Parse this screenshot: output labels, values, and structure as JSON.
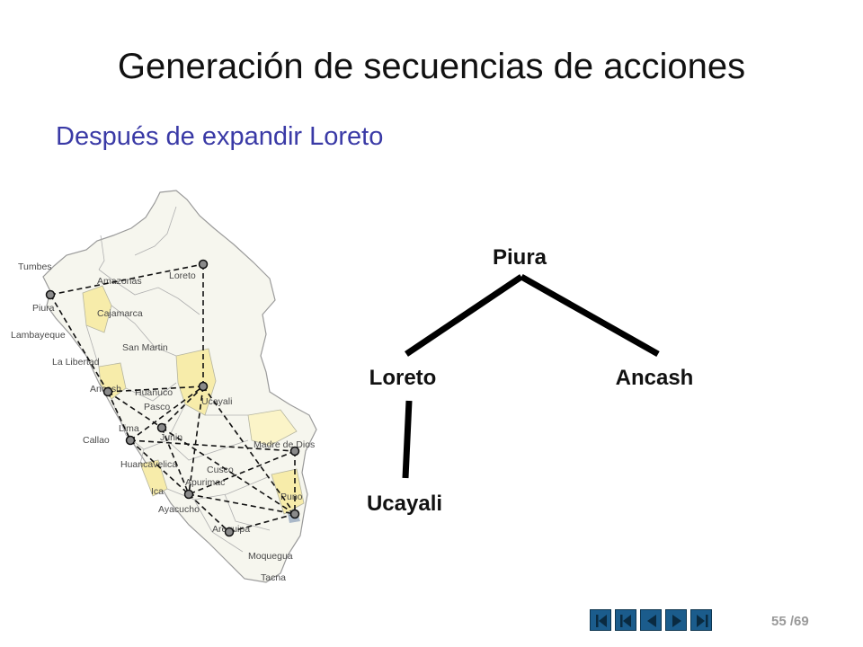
{
  "slide": {
    "title": "Generación de secuencias de acciones",
    "subtitle": "Después de expandir Loreto"
  },
  "tree": {
    "root": "Piura",
    "children": [
      "Loreto",
      "Ancash"
    ],
    "expanded_child": "Ucayali"
  },
  "map": {
    "region_labels": [
      "Tumbes",
      "Amazonas",
      "Loreto",
      "Piura",
      "Cajamarca",
      "Lambayeque",
      "San Martin",
      "La Libertad",
      "Ancash",
      "Huanuco",
      "Ucayali",
      "Pasco",
      "Lima",
      "Junin",
      "Callao",
      "Madre de Dios",
      "Huancavelica",
      "Cusco",
      "Apurimac",
      "Ica",
      "Ayacucho",
      "Puno",
      "Arequipa",
      "Moquegua",
      "Tacna"
    ]
  },
  "footer": {
    "page_current": "55",
    "page_total": "/69"
  },
  "colors": {
    "title": "#111111",
    "subtitle": "#3a3aa6",
    "nav_button": "#1b5c8c",
    "page_number": "#9a9a9a"
  },
  "icons": [
    "first-page-icon",
    "previous-page-icon",
    "back-icon",
    "next-page-icon",
    "last-page-icon"
  ]
}
